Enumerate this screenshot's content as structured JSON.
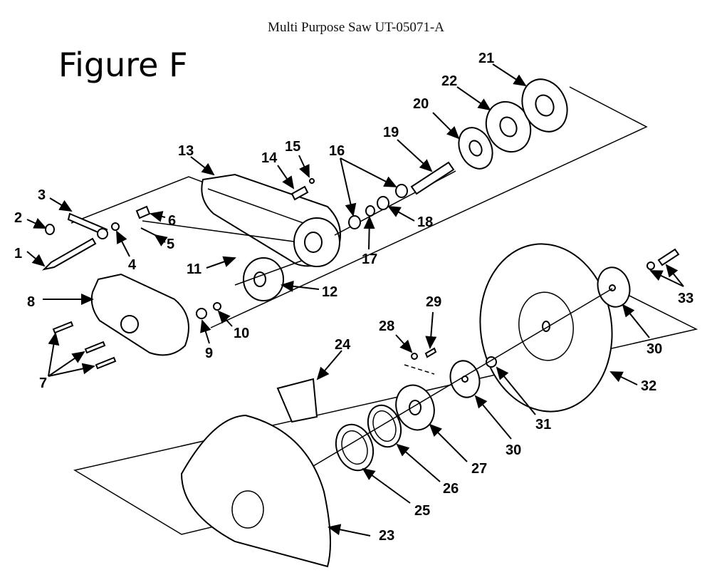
{
  "header": {
    "title": "Multi Purpose Saw UT-05071-A"
  },
  "figure": {
    "label": "Figure F"
  },
  "callouts": [
    "1",
    "2",
    "3",
    "4",
    "5",
    "6",
    "7",
    "8",
    "9",
    "10",
    "11",
    "12",
    "13",
    "14",
    "15",
    "16",
    "17",
    "18",
    "19",
    "20",
    "21",
    "22",
    "23",
    "24",
    "25",
    "26",
    "27",
    "28",
    "29",
    "30",
    "30",
    "31",
    "32",
    "33"
  ]
}
